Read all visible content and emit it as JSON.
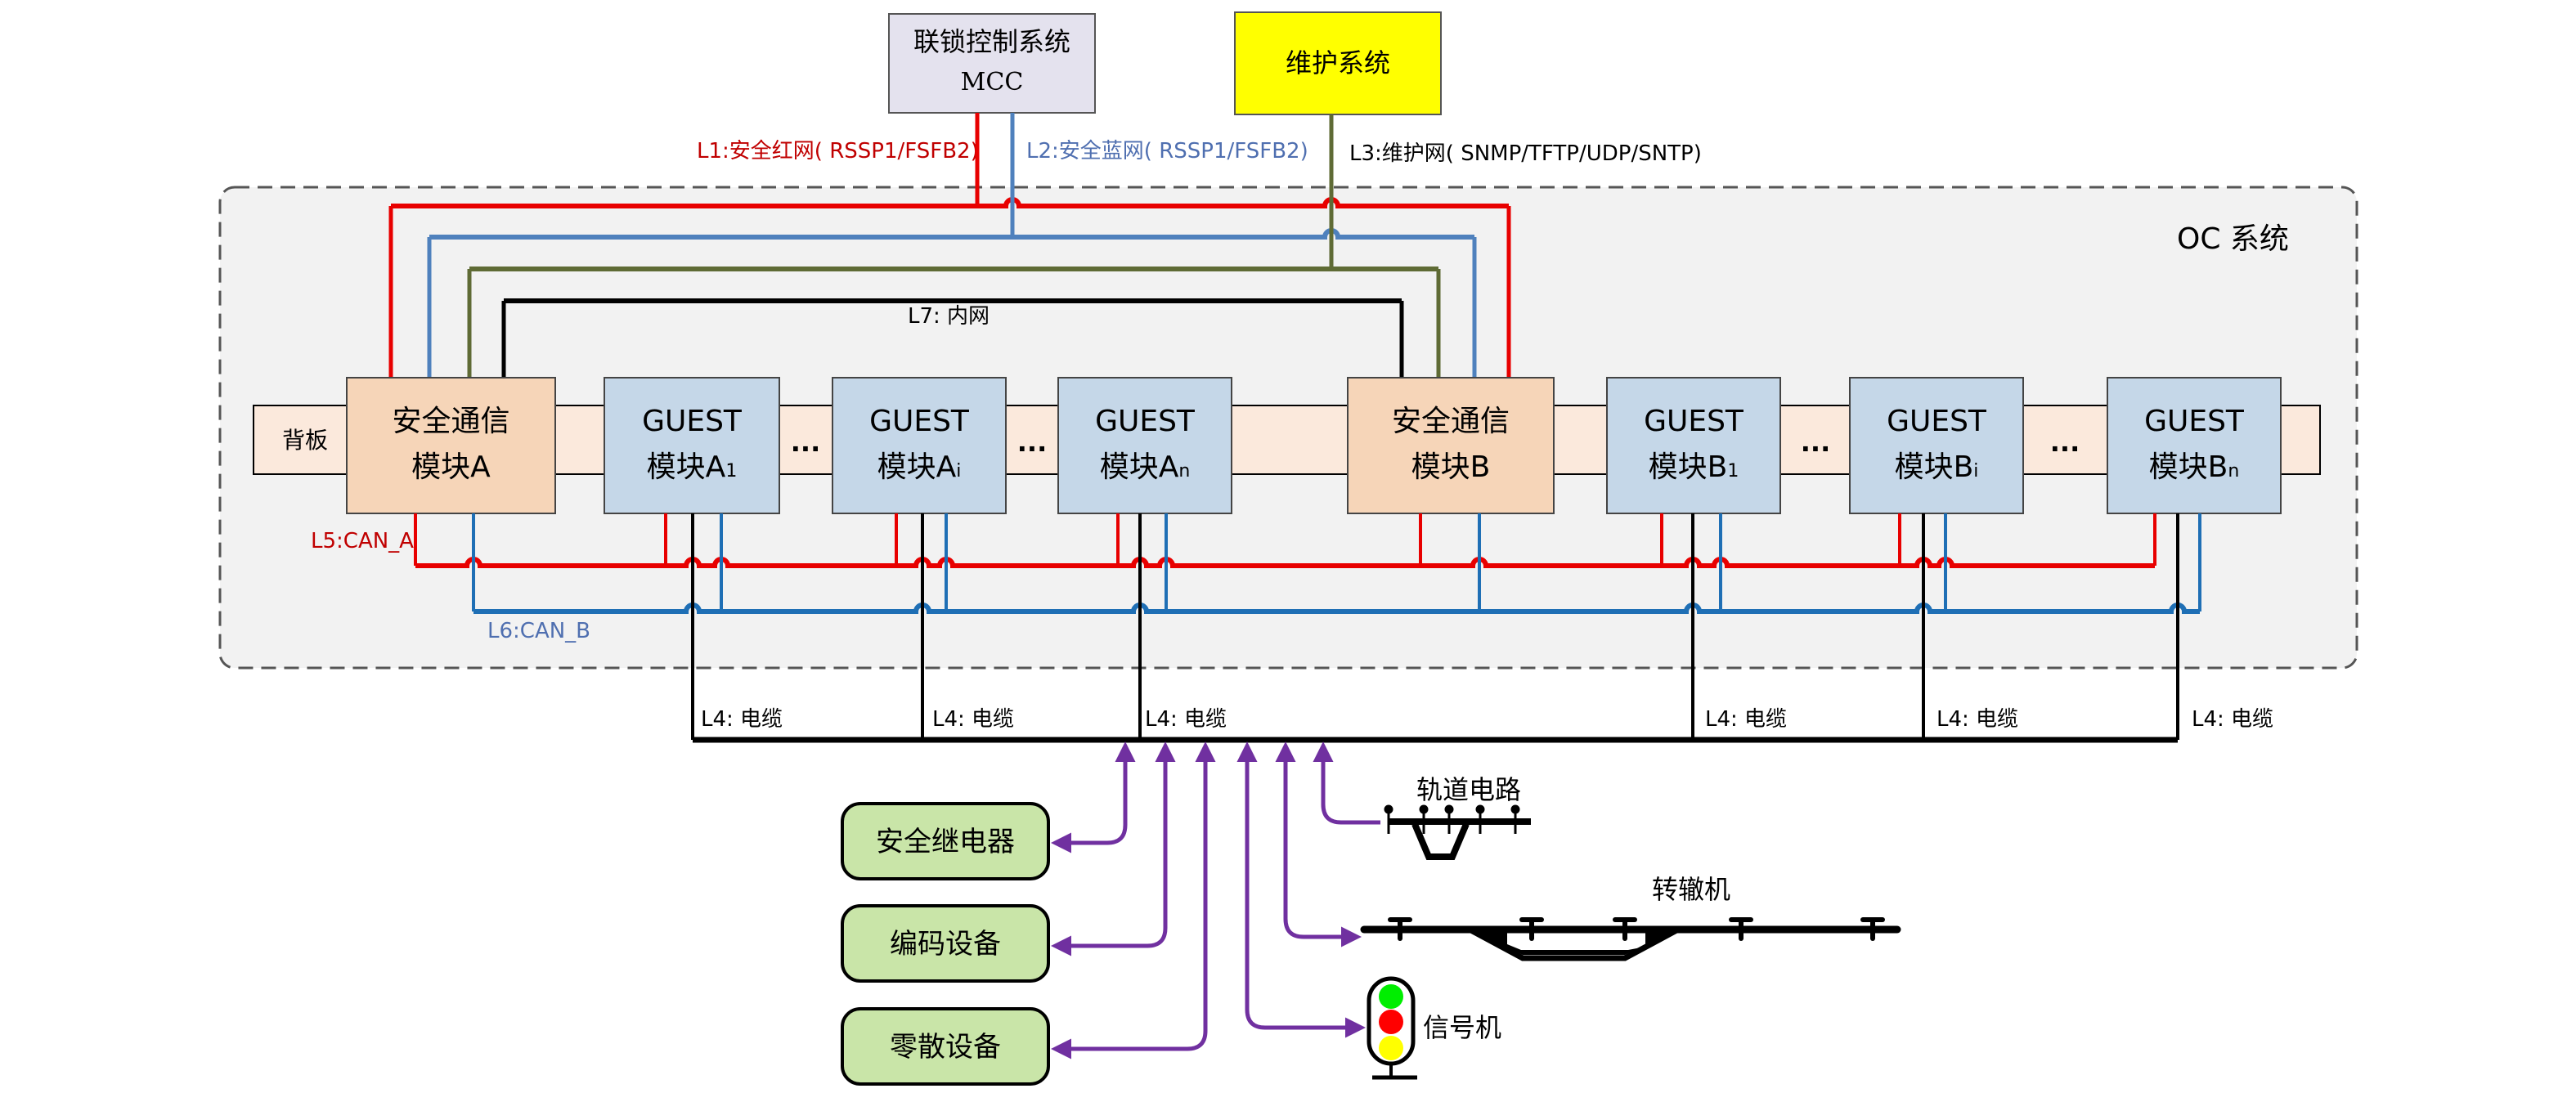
{
  "colors": {
    "red_net": "#E80000",
    "blue_net": "#4F81BD",
    "olive_net": "#5F6B35",
    "inner_net": "#000000",
    "can_a": "#E80000",
    "can_b": "#1F6FB5",
    "cable": "#000000",
    "purple_arrow": "#7030A0",
    "mcc_fill": "#E4E2EE",
    "maint_fill": "#FFFF00",
    "oc_fill": "#F2F2F2",
    "backplane_fill": "#FBE9DC",
    "safety_module_fill": "#F6D5B8",
    "guest_module_fill": "#C5D7E8",
    "field_box_fill": "#C9E5A8",
    "label_red": "#C00000",
    "label_blue": "#4F6FB0"
  },
  "external": {
    "mcc": {
      "line1": "联锁控制系统",
      "line2": "MCC"
    },
    "maintenance": {
      "label": "维护系统"
    }
  },
  "links": {
    "l1": "L1:安全红网( RSSP1/FSFB2)",
    "l2": "L2:安全蓝网( RSSP1/FSFB2)",
    "l3": "L3:维护网( SNMP/TFTP/UDP/SNTP)",
    "l7": "L7: 内网",
    "l5": "L5:CAN_A",
    "l6": "L6:CAN_B",
    "l4": [
      "L4: 电缆",
      "L4: 电缆",
      "L4: 电缆",
      "L4: 电缆",
      "L4: 电缆",
      "L4: 电缆"
    ]
  },
  "oc_system": {
    "title": "OC 系统",
    "backplane_label": "背板",
    "ellipsis": "...",
    "modules": [
      {
        "kind": "safety",
        "line1": "安全通信",
        "line2": "模块",
        "suffix": "A",
        "sub": ""
      },
      {
        "kind": "guest",
        "line1": "GUEST",
        "line2": "模块",
        "suffix": "A",
        "sub": "1"
      },
      {
        "kind": "guest",
        "line1": "GUEST",
        "line2": "模块",
        "suffix": "A",
        "sub": "i"
      },
      {
        "kind": "guest",
        "line1": "GUEST",
        "line2": "模块",
        "suffix": "A",
        "sub": "n"
      },
      {
        "kind": "safety",
        "line1": "安全通信",
        "line2": "模块",
        "suffix": "B",
        "sub": ""
      },
      {
        "kind": "guest",
        "line1": "GUEST",
        "line2": "模块",
        "suffix": "B",
        "sub": "1"
      },
      {
        "kind": "guest",
        "line1": "GUEST",
        "line2": "模块",
        "suffix": "B",
        "sub": "i"
      },
      {
        "kind": "guest",
        "line1": "GUEST",
        "line2": "模块",
        "suffix": "B",
        "sub": "n"
      }
    ]
  },
  "field": {
    "boxes": [
      "安全继电器",
      "编码设备",
      "零散设备"
    ],
    "track_circuit": "轨道电路",
    "switch_machine": "转辙机",
    "signal": "信号机",
    "signal_lamps": [
      "#00EE00",
      "#FF0000",
      "#FFFF00"
    ]
  }
}
